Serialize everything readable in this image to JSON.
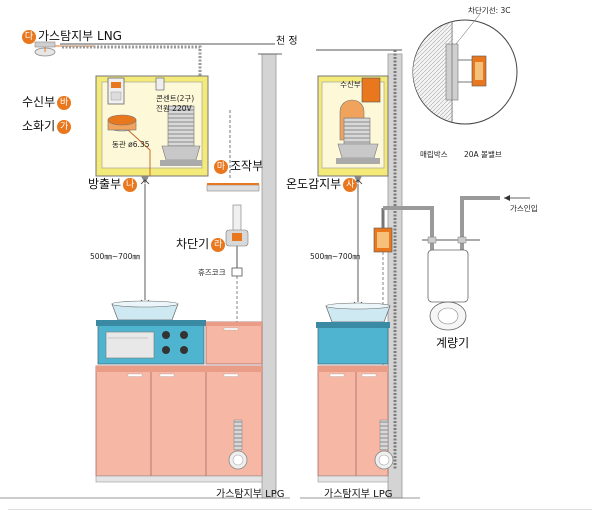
{
  "labels": {
    "lng_title": "가스탐지부  LNG",
    "lng_badge": "다",
    "ceiling": "천 정",
    "receiver": "수신부",
    "receiver_badge": "바",
    "extinguisher": "소화기",
    "extinguisher_badge": "가",
    "outlet": "콘센트(2구)",
    "power": "전원 220V",
    "copper_pipe": "동관 ø6.35",
    "control_unit": "조작부",
    "control_badge": "마",
    "discharge_unit": "방출부",
    "discharge_badge": "나",
    "shutoff": "차단기",
    "shutoff_badge": "라",
    "fuse_cock": "휴즈코크",
    "distance_left": "500㎜~700㎜",
    "distance_right": "500㎜~700㎜",
    "lpg_left": "가스탐지부 LPG",
    "lpg_right": "가스탐지부 LPG",
    "temp_sensor": "온도감지부",
    "temp_badge": "사",
    "receiver_right": "수신부",
    "cutoff_wire": "차단기선: 3C",
    "burial_box": "매립박스",
    "ball_valve": "20A 볼밸브",
    "gas_inlet": "가스인입",
    "meter": "계량기"
  },
  "colors": {
    "accent_orange": "#e8771e",
    "cabinet_pink": "#f6b8a4",
    "cabinet_pink_dark": "#e99c86",
    "stove_blue": "#4fb4cf",
    "hood_yellow": "#f3ea7a",
    "wall_grey": "#c9c9c9",
    "pipe_grey": "#8d8d8d"
  }
}
